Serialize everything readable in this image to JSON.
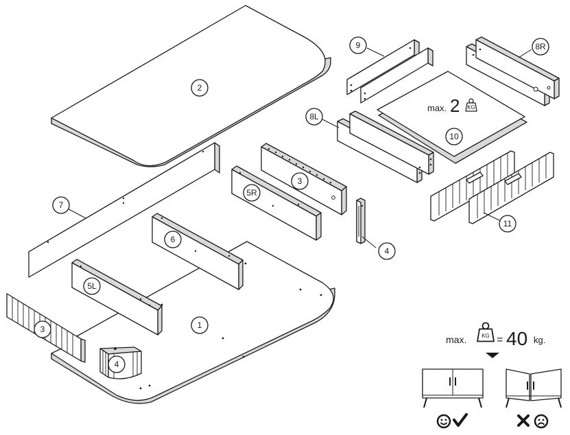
{
  "parts": {
    "p1": "1",
    "p2": "2",
    "p3a": "3",
    "p3b": "3",
    "p4a": "4",
    "p4b": "4",
    "p5L": "5L",
    "p5R": "5R",
    "p6": "6",
    "p7": "7",
    "p8L": "8L",
    "p8R": "8R",
    "p9": "9",
    "p10": "10",
    "p11": "11"
  },
  "shelf_load": {
    "prefix": "max.",
    "value": "2",
    "unit_icon": "KG"
  },
  "cabinet_load": {
    "prefix": "max.",
    "unit_icon": "KG",
    "equals": "=",
    "value": "40",
    "unit": "kg."
  },
  "icons": {
    "arrow": "down-triangle-icon",
    "good": "smiley-icon",
    "ok": "checkmark-icon",
    "bad": "cross-icon",
    "sad": "sad-face-icon"
  }
}
